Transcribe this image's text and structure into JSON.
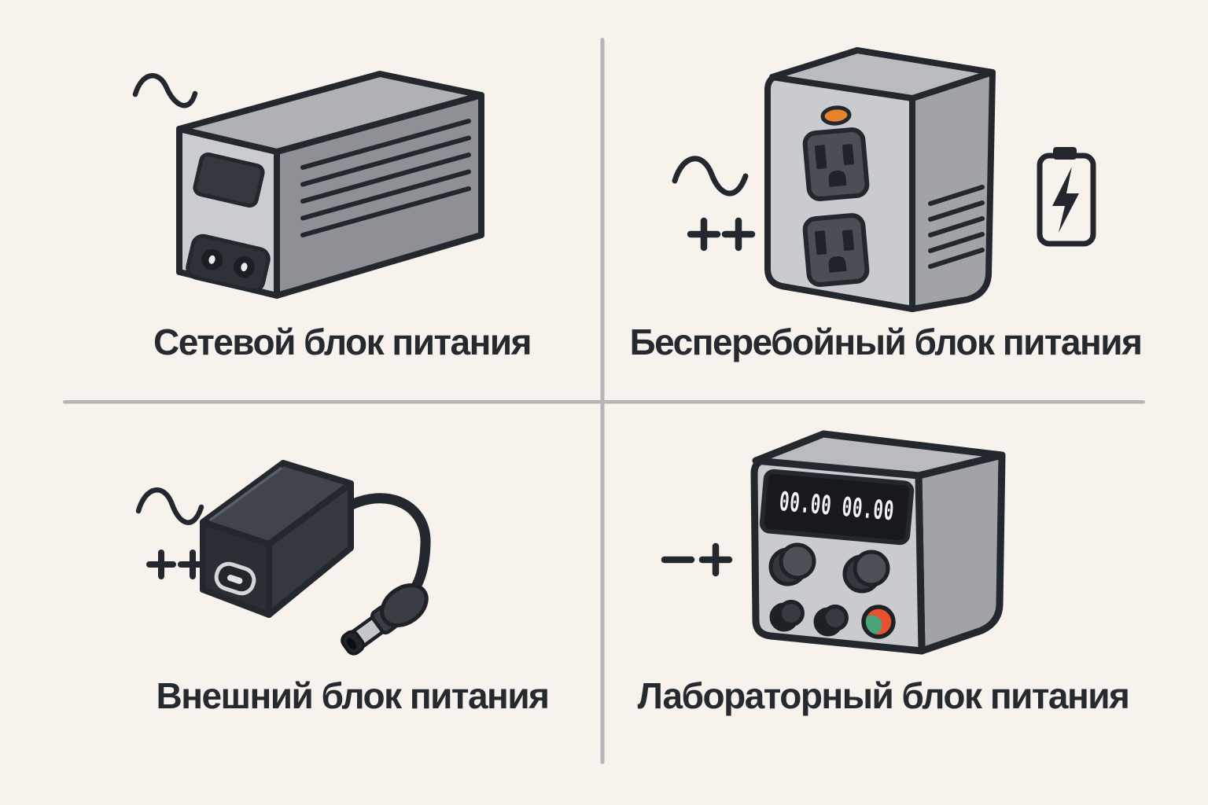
{
  "page": {
    "background": "#f7f3ec",
    "divider_color": "#b5b5b6",
    "outline_color": "#23272e",
    "label_color": "#262a30"
  },
  "quadrants": [
    {
      "id": "mains-psu",
      "label": "Сетевой блок питания",
      "symbols": [
        "ac-sine-wave"
      ],
      "device": "metal box power supply with vent slots and two-pin inlet"
    },
    {
      "id": "ups",
      "label": "Бесперебойный блок питания",
      "symbols": [
        "ac-sine-wave",
        "dc-plus-plus",
        "battery-with-lightning"
      ],
      "device": "UPS tower with indicator LED and two mains outlets"
    },
    {
      "id": "external-psu",
      "label": "Внешний блок питания",
      "symbols": [
        "ac-sine-wave",
        "dc-plus-plus"
      ],
      "device": "external adapter brick with cable and barrel plug"
    },
    {
      "id": "lab-psu",
      "label": "Лабораторный блок питания",
      "symbols": [
        "minus-plus"
      ],
      "device": "bench power supply with digital display, knobs and power button",
      "display_value": "00.00 00.00"
    }
  ],
  "colors": {
    "led_orange": "#e8832b",
    "button_red": "#e8502f",
    "button_green": "#4aa379",
    "metal_tip": "#c6c7c9"
  }
}
